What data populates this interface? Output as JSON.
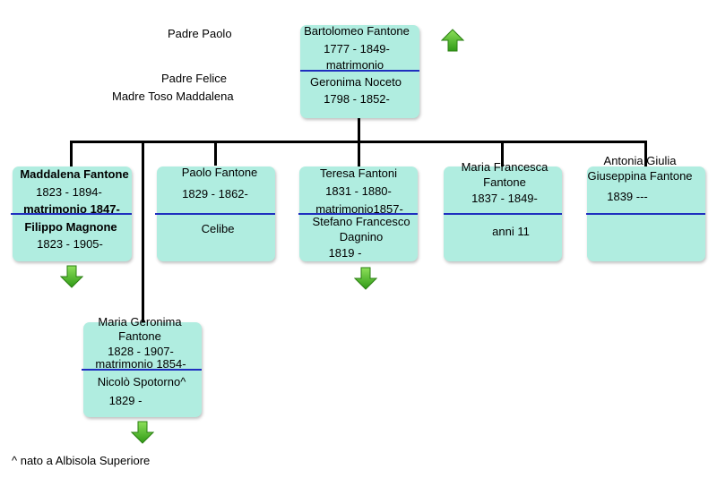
{
  "labels": {
    "padre_paolo": "Padre Paolo",
    "padre_felice": "Padre Felice",
    "madre_toso": "Madre Toso Maddalena",
    "footnote": "^ nato a Albisola Superiore"
  },
  "root": {
    "husband_name": "Bartolomeo Fantone",
    "husband_dates": "1777 - 1849-",
    "marriage": "matrimonio",
    "wife_name": "Geronima Noceto",
    "wife_dates": "1798 - 1852-"
  },
  "children": {
    "maddalena": {
      "name": "Maddalena Fantone",
      "dates": "1823 - 1894-",
      "marriage": "matrimonio 1847-",
      "spouse": "Filippo Magnone",
      "spouse_dates": "1823 - 1905-"
    },
    "paolo": {
      "name": "Paolo Fantone",
      "dates": "1829 - 1862-",
      "note": "Celibe"
    },
    "teresa": {
      "name": "Teresa Fantoni",
      "dates": "1831 - 1880-",
      "marriage": "matrimonio1857-",
      "spouse_line1": "Stefano Francesco",
      "spouse_line2": "Dagnino",
      "spouse_dates": "1819 -"
    },
    "maria_francesca": {
      "name_line1": "Maria Francesca",
      "name_line2": "Fantone",
      "dates": "1837 - 1849-",
      "note": "anni 11"
    },
    "antonia": {
      "name_line1": "Antonia Giulia",
      "name_line2": "Giuseppina Fantone",
      "dates": "1839 ---"
    },
    "maria_geronima": {
      "name_line1": "Maria Geronima",
      "name_line2": "Fantone",
      "dates": "1828 - 1907-",
      "marriage": "matrimonio 1854-",
      "spouse": "Nicolò Spotorno^",
      "spouse_dates": "1829 -"
    }
  },
  "icons": {
    "up": "arrow-up-icon",
    "down": "arrow-down-icon"
  },
  "colors": {
    "box": "#b0ede0",
    "divider": "#1f2fbf",
    "arrow": "#44bb22"
  }
}
